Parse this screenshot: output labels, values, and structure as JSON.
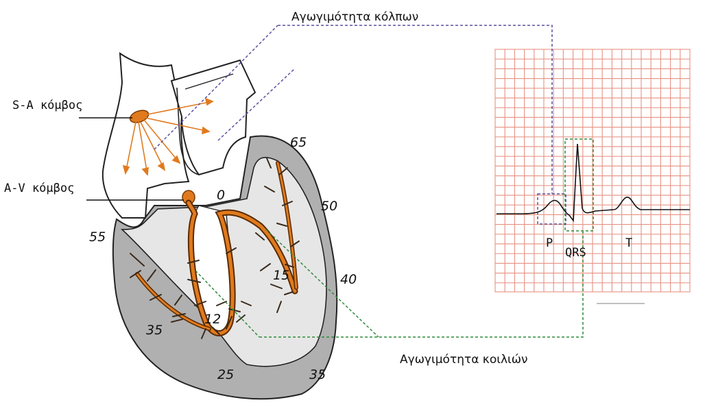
{
  "labels": {
    "atrial_conduction": "Αγωγιμότητα κόλπων",
    "ventricular_conduction": "Αγωγιμότητα κοιλιών",
    "sa_node": "S-A κόμβος",
    "av_node": "A-V κόμβος"
  },
  "timings": {
    "t65": "65",
    "t50": "50",
    "t40": "40",
    "t55": "55",
    "t0": "0",
    "t15": "15",
    "t12": "12",
    "t35_left": "35",
    "t25": "25",
    "t35_right": "35"
  },
  "ecg": {
    "p": "P",
    "qrs": "QRS",
    "t": "T"
  },
  "colors": {
    "grid": "#e8998a",
    "conduction": "#e07a1e",
    "atrial_line": "#5a4fa0",
    "ventricular_line": "#2e8b3a",
    "myocardium": "#b0b0b0",
    "chamber": "#e6e6e6"
  }
}
